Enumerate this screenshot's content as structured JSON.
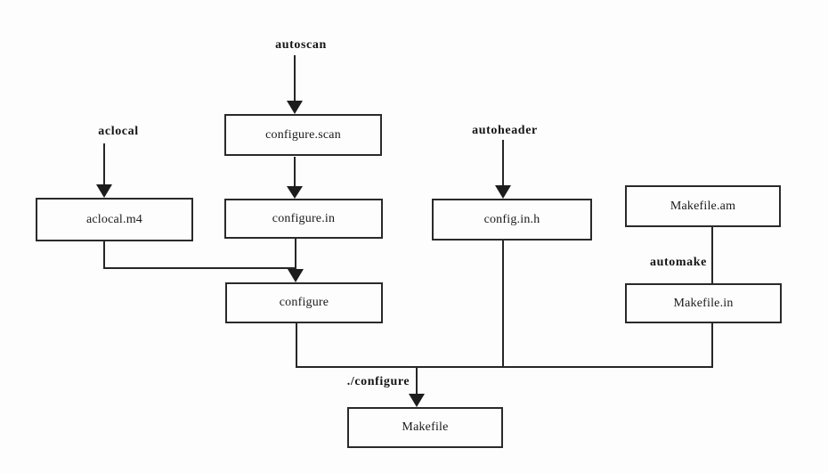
{
  "diagram": {
    "background_color": "#fdfdfd",
    "line_color": "#262626",
    "text_color": "#1a1a1a",
    "nodes": {
      "configure_scan": {
        "label": "configure.scan"
      },
      "aclocal_m4": {
        "label": "aclocal.m4"
      },
      "configure_in": {
        "label": "configure.in"
      },
      "config_in_h": {
        "label": "config.in.h"
      },
      "makefile_am": {
        "label": "Makefile.am"
      },
      "makefile_in": {
        "label": "Makefile.in"
      },
      "configure": {
        "label": "configure"
      },
      "makefile": {
        "label": "Makefile"
      }
    },
    "tool_labels": {
      "autoscan": "autoscan",
      "aclocal": "aclocal",
      "autoheader": "autoheader",
      "automake": "automake",
      "run_configure": "./configure"
    },
    "edges": [
      {
        "from": "autoscan",
        "to": "configure.scan",
        "style": "arrow"
      },
      {
        "from": "configure.scan",
        "to": "configure.in",
        "style": "arrow"
      },
      {
        "from": "aclocal",
        "to": "aclocal.m4",
        "style": "arrow"
      },
      {
        "from": "autoheader",
        "to": "config.in.h",
        "style": "arrow"
      },
      {
        "from": "configure.in",
        "to": "configure",
        "style": "arrow"
      },
      {
        "from": "aclocal.m4",
        "to": "configure",
        "style": "line-merge"
      },
      {
        "from": "Makefile.am",
        "to": "Makefile.in",
        "style": "line",
        "label": "automake"
      },
      {
        "from": "configure",
        "to": "Makefile",
        "style": "arrow",
        "label": "./configure"
      },
      {
        "from": "config.in.h",
        "to": "Makefile",
        "style": "line"
      },
      {
        "from": "Makefile.in",
        "to": "Makefile",
        "style": "line"
      }
    ]
  }
}
